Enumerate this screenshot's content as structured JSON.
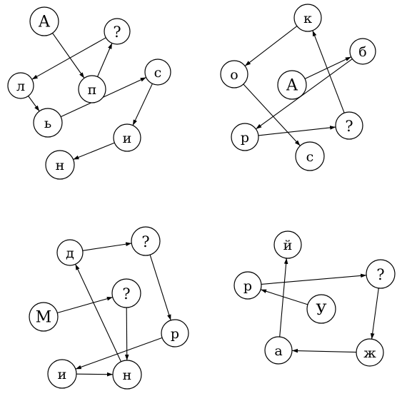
{
  "colors": {
    "stroke": "#000000",
    "background": "#ffffff"
  },
  "diagrams": [
    {
      "id": "top-left",
      "nodes": [
        {
          "id": "tl-a",
          "label": "А"
        },
        {
          "id": "tl-q",
          "label": "?"
        },
        {
          "id": "tl-l",
          "label": "л"
        },
        {
          "id": "tl-p",
          "label": "п"
        },
        {
          "id": "tl-s",
          "label": "с"
        },
        {
          "id": "tl-soft",
          "label": "ь"
        },
        {
          "id": "tl-i",
          "label": "и"
        },
        {
          "id": "tl-n",
          "label": "н"
        }
      ],
      "edges": [
        [
          "tl-a",
          "tl-p"
        ],
        [
          "tl-p",
          "tl-q"
        ],
        [
          "tl-q",
          "tl-l"
        ],
        [
          "tl-l",
          "tl-soft"
        ],
        [
          "tl-soft",
          "tl-s"
        ],
        [
          "tl-s",
          "tl-i"
        ],
        [
          "tl-i",
          "tl-n"
        ]
      ]
    },
    {
      "id": "top-right",
      "nodes": [
        {
          "id": "tr-k",
          "label": "к"
        },
        {
          "id": "tr-b",
          "label": "б"
        },
        {
          "id": "tr-o",
          "label": "о"
        },
        {
          "id": "tr-a",
          "label": "А"
        },
        {
          "id": "tr-q",
          "label": "?"
        },
        {
          "id": "tr-r",
          "label": "р"
        },
        {
          "id": "tr-s",
          "label": "с"
        }
      ],
      "edges": [
        [
          "tr-a",
          "tr-b"
        ],
        [
          "tr-b",
          "tr-r"
        ],
        [
          "tr-r",
          "tr-q"
        ],
        [
          "tr-q",
          "tr-k"
        ],
        [
          "tr-k",
          "tr-o"
        ],
        [
          "tr-o",
          "tr-s"
        ]
      ]
    },
    {
      "id": "bottom-left",
      "nodes": [
        {
          "id": "bl-q1",
          "label": "?"
        },
        {
          "id": "bl-d",
          "label": "д"
        },
        {
          "id": "bl-q2",
          "label": "?"
        },
        {
          "id": "bl-m",
          "label": "М"
        },
        {
          "id": "bl-r",
          "label": "р"
        },
        {
          "id": "bl-i",
          "label": "и"
        },
        {
          "id": "bl-n",
          "label": "н"
        }
      ],
      "edges": [
        [
          "bl-m",
          "bl-q2"
        ],
        [
          "bl-q2",
          "bl-n"
        ],
        [
          "bl-n",
          "bl-d"
        ],
        [
          "bl-d",
          "bl-q1"
        ],
        [
          "bl-q1",
          "bl-r"
        ],
        [
          "bl-r",
          "bl-i"
        ],
        [
          "bl-i",
          "bl-n"
        ]
      ]
    },
    {
      "id": "bottom-right",
      "nodes": [
        {
          "id": "br-y",
          "label": "й"
        },
        {
          "id": "br-r",
          "label": "р"
        },
        {
          "id": "br-q",
          "label": "?"
        },
        {
          "id": "br-u",
          "label": "У"
        },
        {
          "id": "br-a",
          "label": "а"
        },
        {
          "id": "br-zh",
          "label": "ж"
        }
      ],
      "edges": [
        [
          "br-u",
          "br-r"
        ],
        [
          "br-r",
          "br-q"
        ],
        [
          "br-q",
          "br-zh"
        ],
        [
          "br-zh",
          "br-a"
        ],
        [
          "br-a",
          "br-y"
        ]
      ]
    }
  ]
}
